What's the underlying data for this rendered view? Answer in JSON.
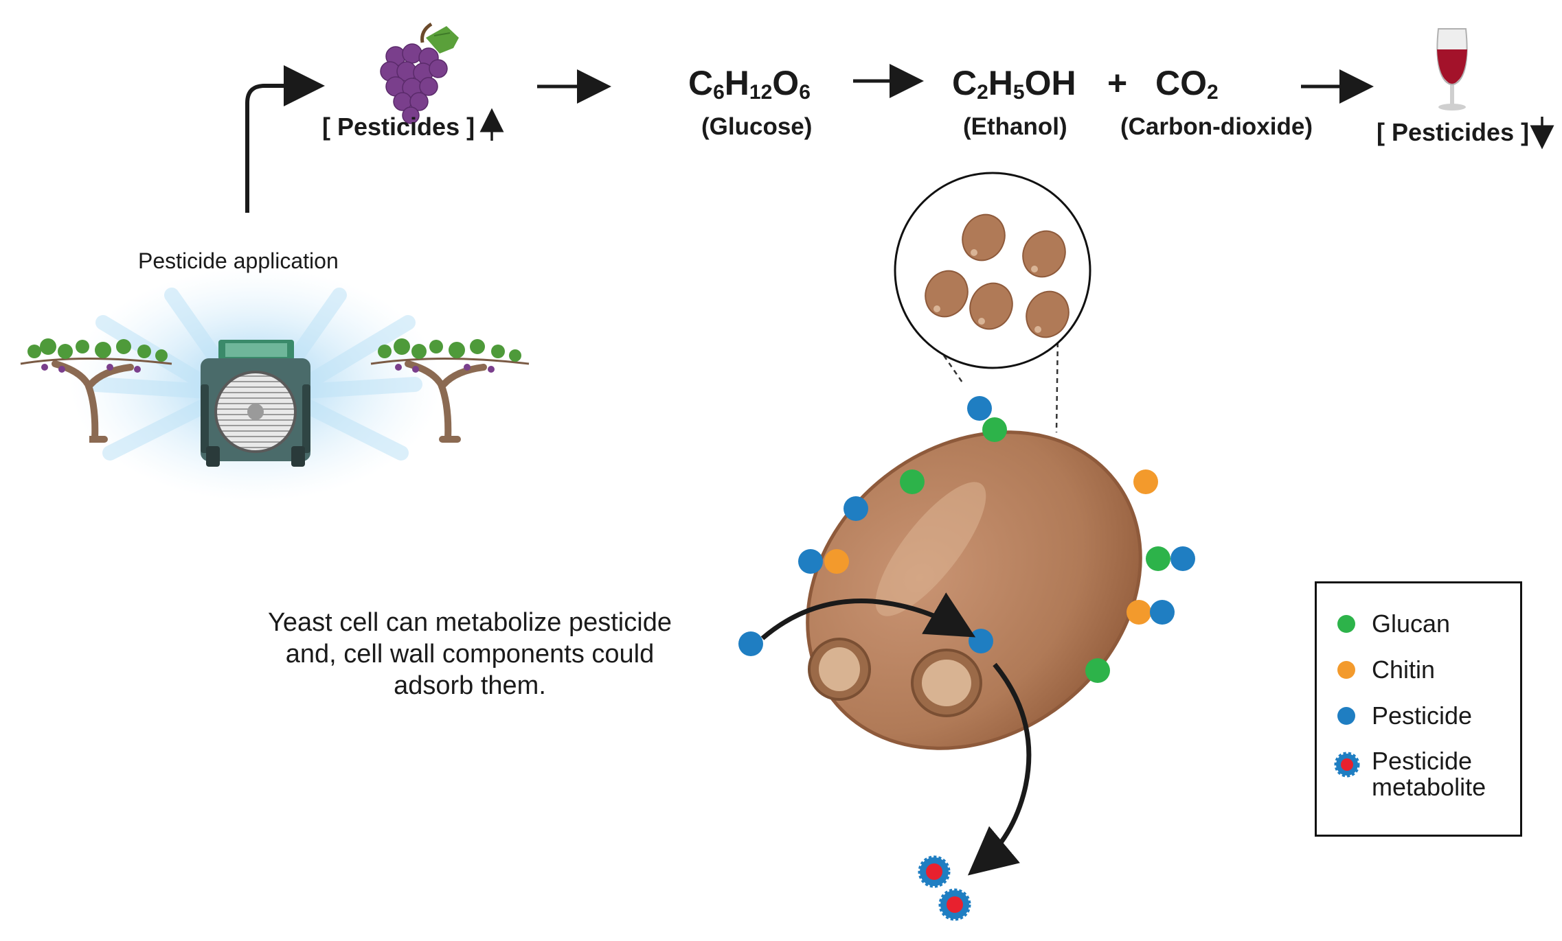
{
  "top_row": {
    "grape_label": "[ Pesticides ]",
    "glucose_formula": {
      "base1": "C",
      "s1": "6",
      "base2": "H",
      "s2": "12",
      "base3": "O",
      "s3": "6"
    },
    "glucose_name": "(Glucose)",
    "ethanol_formula": {
      "base1": "C",
      "s1": "2",
      "base2": "H",
      "s2": "5",
      "base3": "OH"
    },
    "ethanol_name": "(Ethanol)",
    "plus": "+",
    "co2_formula": {
      "base1": "CO",
      "s1": "2"
    },
    "co2_name": "(Carbon-dioxide)",
    "wine_label": "[ Pesticides ]"
  },
  "application_label": "Pesticide application",
  "yeast_note": "Yeast cell can metabolize pesticide and, cell wall components could adsorb them.",
  "legend": {
    "items": [
      {
        "label": "Glucan",
        "color": "#2db34a"
      },
      {
        "label": "Chitin",
        "color": "#f39a2c"
      },
      {
        "label": "Pesticide",
        "color": "#1f7ec2"
      },
      {
        "label": "Pesticide metabolite",
        "color": "#e8212e"
      }
    ]
  },
  "colors": {
    "yeast": "#b07a57",
    "yeast_dark": "#8e5a3b",
    "yeast_light": "#c99473",
    "arrow": "#1a1a1a",
    "spray": "#9fd0ee"
  }
}
